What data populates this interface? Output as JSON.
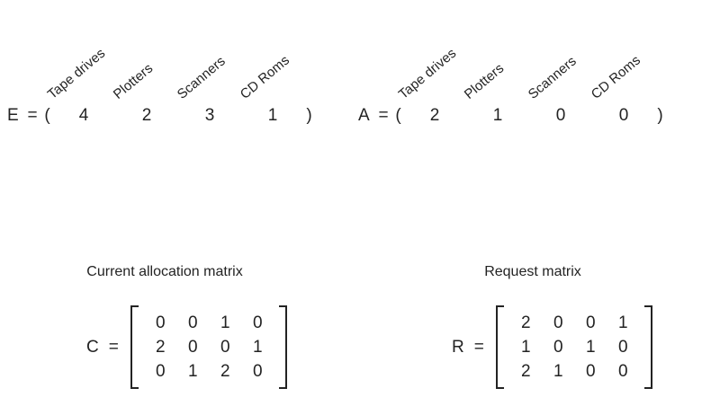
{
  "figure": {
    "background_color": "#ffffff",
    "text_color": "#232323"
  },
  "resource_headers": [
    "Tape drives",
    "Plotters",
    "Scanners",
    "CD Roms"
  ],
  "vectors": [
    {
      "name": "E",
      "equals": "=",
      "open_paren": "(",
      "close_paren": ")",
      "values": [
        "4",
        "2",
        "3",
        "1"
      ]
    },
    {
      "name": "A",
      "equals": "=",
      "open_paren": "(",
      "close_paren": ")",
      "values": [
        "2",
        "1",
        "0",
        "0"
      ]
    }
  ],
  "matrices": [
    {
      "caption": "Current allocation matrix",
      "name": "C",
      "equals": "=",
      "rows": [
        [
          "0",
          "0",
          "1",
          "0"
        ],
        [
          "2",
          "0",
          "0",
          "1"
        ],
        [
          "0",
          "1",
          "2",
          "0"
        ]
      ]
    },
    {
      "caption": "Request matrix",
      "name": "R",
      "equals": "=",
      "rows": [
        [
          "2",
          "0",
          "0",
          "1"
        ],
        [
          "1",
          "0",
          "1",
          "0"
        ],
        [
          "2",
          "1",
          "0",
          "0"
        ]
      ]
    }
  ]
}
